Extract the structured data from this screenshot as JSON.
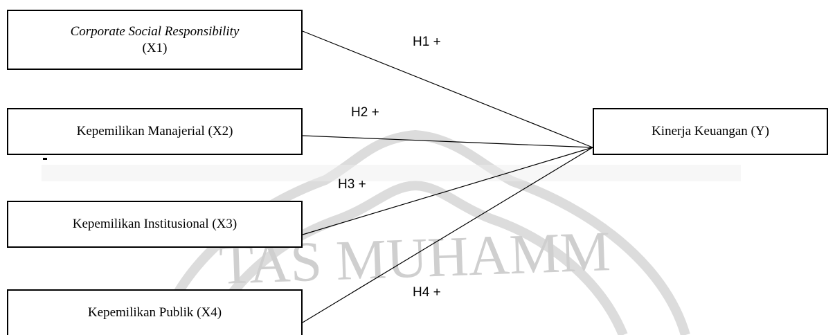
{
  "diagram": {
    "independent_variables": [
      {
        "id": "x1",
        "label_italic": "Corporate Social Responsibility",
        "label": "(X1)"
      },
      {
        "id": "x2",
        "label_italic": "",
        "label": "Kepemilikan Manajerial (X2)"
      },
      {
        "id": "x3",
        "label_italic": "",
        "label": "Kepemilikan Institusional (X3)"
      },
      {
        "id": "x4",
        "label_italic": "",
        "label": "Kepemilikan Publik (X4)"
      }
    ],
    "dependent_variable": {
      "id": "y",
      "label": "Kinerja Keuangan (Y)"
    },
    "hypotheses": [
      {
        "id": "h1",
        "from": "x1",
        "to": "y",
        "label": "H1 +"
      },
      {
        "id": "h2",
        "from": "x2",
        "to": "y",
        "label": "H2 +"
      },
      {
        "id": "h3",
        "from": "x3",
        "to": "y",
        "label": "H3 +"
      },
      {
        "id": "h4",
        "from": "x4",
        "to": "y",
        "label": "H4 +"
      }
    ]
  },
  "watermark": {
    "text": "TAS MUHAMM",
    "color": "#c8c8c8"
  }
}
